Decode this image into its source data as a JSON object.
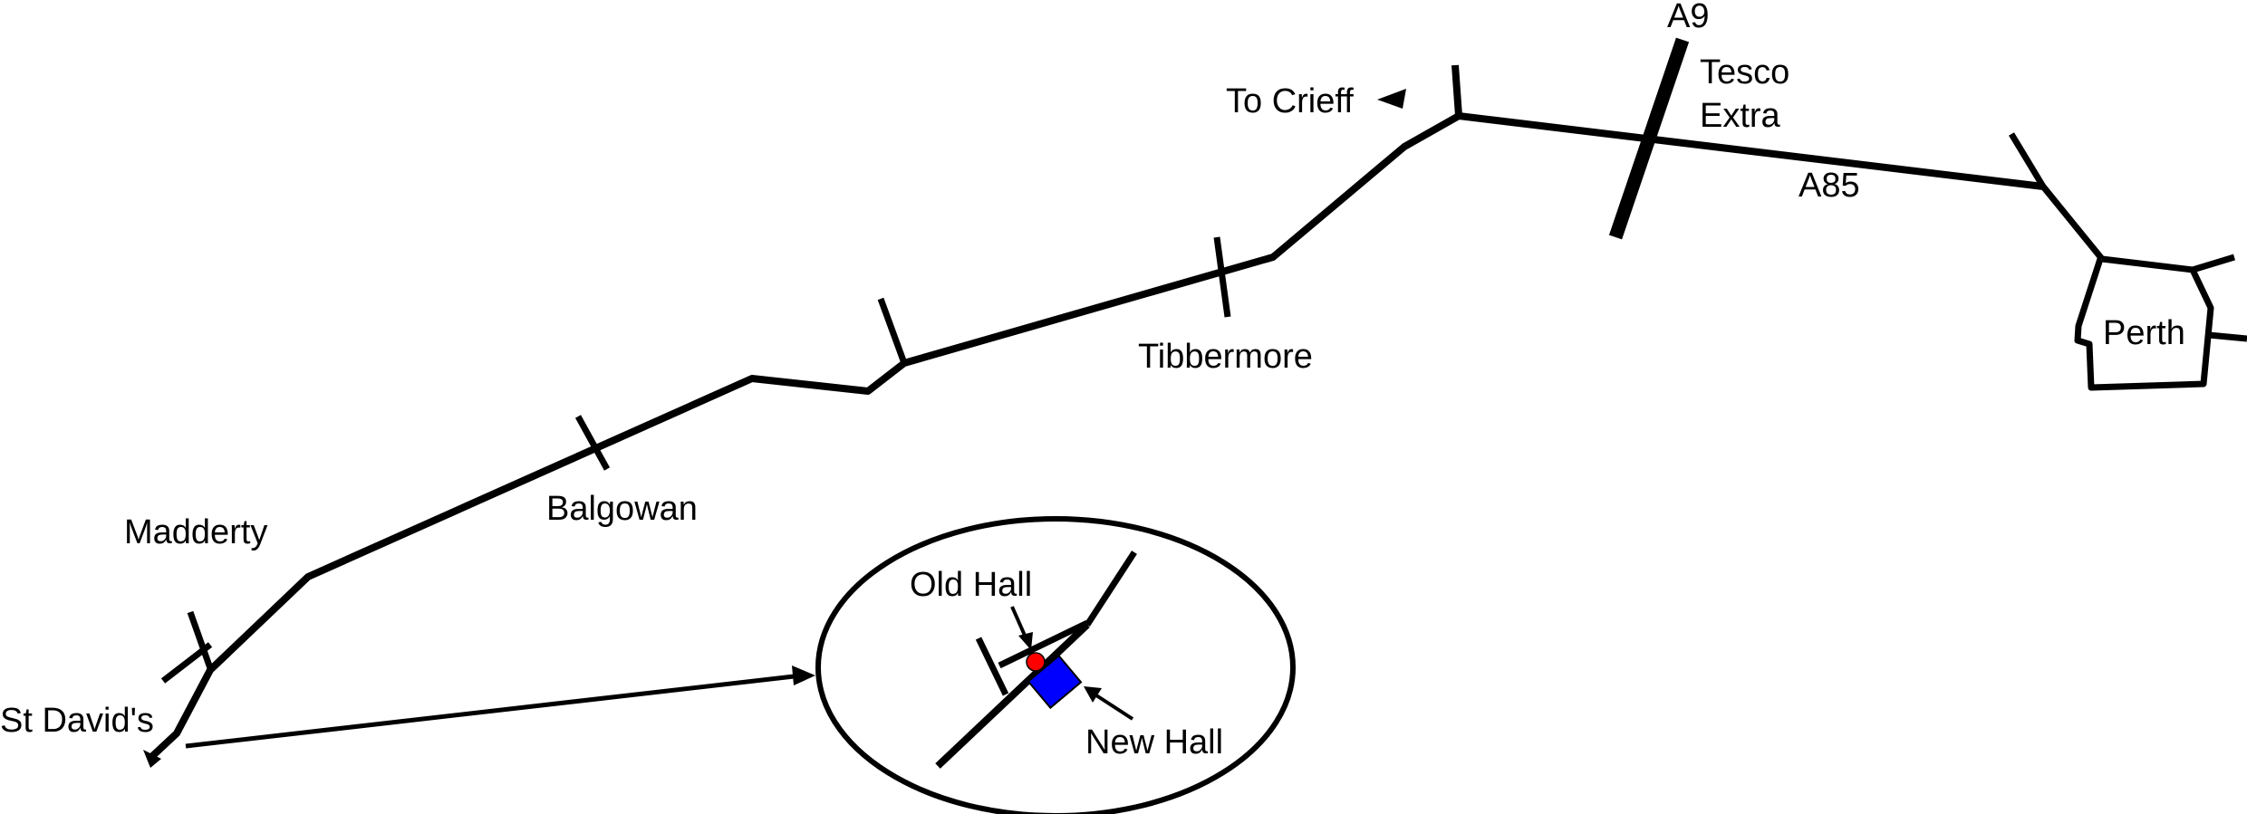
{
  "colors": {
    "road": "#000000",
    "old_hall_marker": "#ff0000",
    "new_hall_marker": "#0000ff",
    "background": "#ffffff"
  },
  "labels": {
    "a9": "A9",
    "tesco_line1": "Tesco",
    "tesco_line2": "Extra",
    "a85": "A85",
    "to_crieff": "To Crieff",
    "perth": "Perth",
    "tibbermore": "Tibbermore",
    "balgowan": "Balgowan",
    "madderty": "Madderty",
    "st_davids": "St David's",
    "old_hall": "Old Hall",
    "new_hall": "New Hall"
  }
}
